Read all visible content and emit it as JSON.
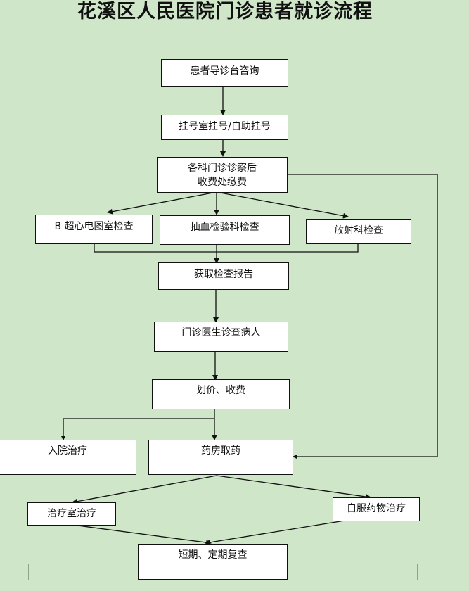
{
  "title": "花溪区人民医院门诊患者就诊流程",
  "colors": {
    "background": "#cfe6c9",
    "box_fill": "#ffffff",
    "box_border": "#111111",
    "connector": "#111111"
  },
  "nodes": {
    "consult": {
      "label": "患者导诊台咨询"
    },
    "register": {
      "label": "挂号室挂号/自助挂号"
    },
    "dept_visit": {
      "line1": "各科门诊诊察后",
      "line2": "收费处缴费"
    },
    "ultrasound": {
      "label": "B 超心电图室检查"
    },
    "lab": {
      "label": "抽血检验科检查"
    },
    "radiology": {
      "label": "放射科检查"
    },
    "report": {
      "label": "获取检查报告"
    },
    "doctor": {
      "label": "门诊医生诊查病人"
    },
    "billing": {
      "label": "划价、收费"
    },
    "inpatient": {
      "label": "入院治疗"
    },
    "pharmacy": {
      "label": "药房取药"
    },
    "treatment_room": {
      "label": "治疗室治疗"
    },
    "self_medication": {
      "label": "自服药物治疗"
    },
    "followup": {
      "label": "短期、定期复查"
    }
  },
  "edges": [
    {
      "from": "consult",
      "to": "register"
    },
    {
      "from": "register",
      "to": "dept_visit"
    },
    {
      "from": "dept_visit",
      "to": "ultrasound"
    },
    {
      "from": "dept_visit",
      "to": "lab"
    },
    {
      "from": "dept_visit",
      "to": "radiology"
    },
    {
      "from": "ultrasound",
      "to": "report"
    },
    {
      "from": "lab",
      "to": "report"
    },
    {
      "from": "radiology",
      "to": "report"
    },
    {
      "from": "report",
      "to": "doctor"
    },
    {
      "from": "doctor",
      "to": "billing"
    },
    {
      "from": "billing",
      "to": "inpatient"
    },
    {
      "from": "billing",
      "to": "pharmacy"
    },
    {
      "from": "dept_visit",
      "to": "pharmacy"
    },
    {
      "from": "pharmacy",
      "to": "treatment_room"
    },
    {
      "from": "pharmacy",
      "to": "self_medication"
    },
    {
      "from": "treatment_room",
      "to": "followup"
    },
    {
      "from": "self_medication",
      "to": "followup"
    }
  ]
}
